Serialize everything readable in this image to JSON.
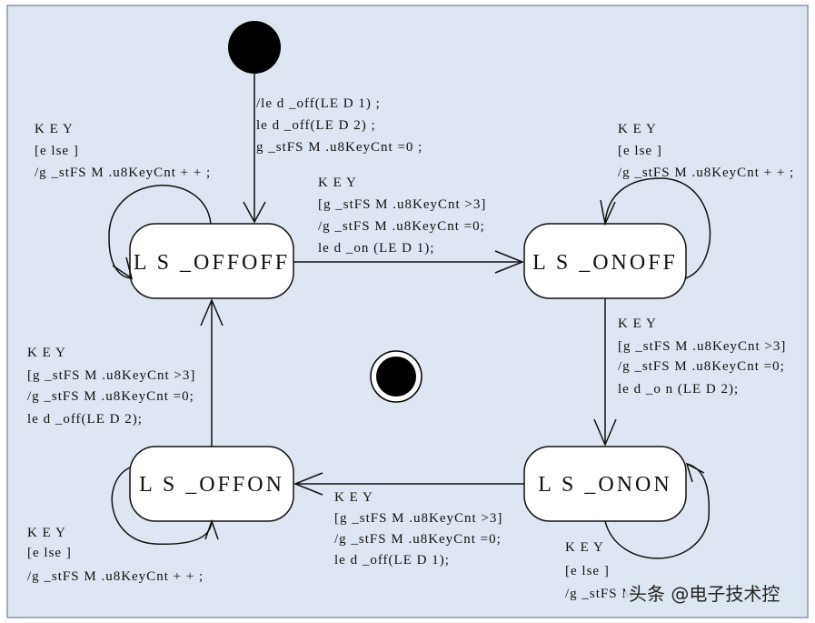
{
  "states": {
    "offoff": "L S _OFFOFF",
    "onoff": "L S _ONOFF",
    "onon": "L S _ONON",
    "offon": "L S _OFFON"
  },
  "transitions": {
    "initial": [
      "/le d _off(LE D 1) ;",
      "le d _off(LE D 2) ;",
      "g _stFS M  .u8KeyCnt =0  ;"
    ],
    "offoff_self": [
      "K E Y",
      "[e lse ]",
      "/g _stFS M  .u8KeyCnt + + ;"
    ],
    "onoff_self": [
      "K E Y",
      "[e lse ]",
      "/g _stFS M  .u8KeyCnt + + ;"
    ],
    "offoff_to_onoff": [
      "K E Y",
      "[g _stFS M  .u8KeyCnt >3]",
      "/g _stFS M  .u8KeyCnt =0;",
      "le d _on (LE D 1);"
    ],
    "onoff_to_onon": [
      "K E Y",
      "[g _stFS M  .u8KeyCnt >3]",
      "/g _stFS M  .u8KeyCnt =0;",
      "le d _o n (LE D  2);"
    ],
    "offon_to_offoff": [
      "K E Y",
      "[g _stFS M  .u8KeyCnt >3]",
      "/g _stFS M  .u8KeyCnt =0;",
      "le d _off(LE D 2);"
    ],
    "onon_to_offon": [
      "K E Y",
      "[g _stFS M  .u8KeyCnt >3]",
      "/g _stFS M  .u8KeyCnt =0;",
      "le d _off(LE D 1);"
    ],
    "offon_self": [
      "K E Y",
      "[e lse ]",
      "/g _stFS M  .u8KeyCnt + + ;"
    ],
    "onon_self": [
      "K E Y",
      "[e lse ]",
      "/g _stFS M"
    ]
  },
  "watermark": "头条 @电子技术控",
  "colors": {
    "background": "#dde6f2",
    "line": "#111111",
    "state_fill": "#ffffff"
  }
}
